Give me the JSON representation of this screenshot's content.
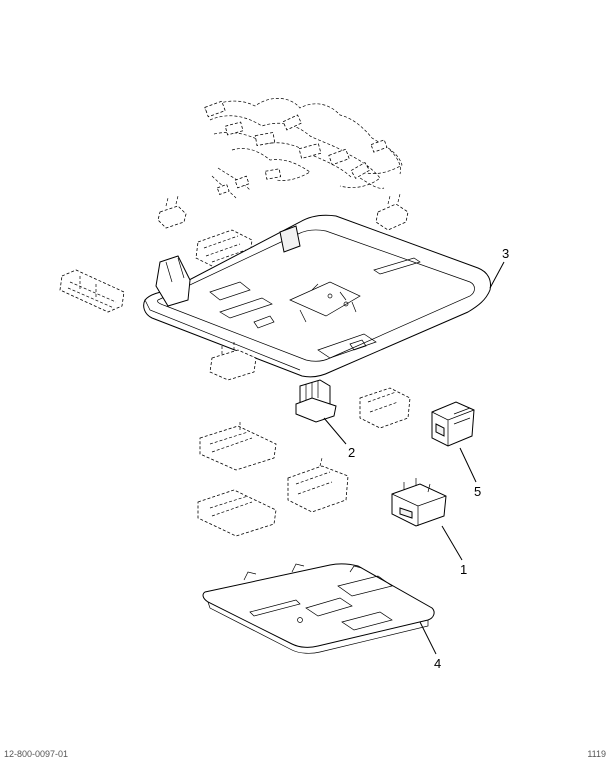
{
  "callouts": {
    "one": "1",
    "two": "2",
    "three": "3",
    "four": "4",
    "five": "5"
  },
  "footer": {
    "left": "12-800-0097-01",
    "right": "1119"
  },
  "colors": {
    "ink": "#000000",
    "paper": "#ffffff"
  }
}
